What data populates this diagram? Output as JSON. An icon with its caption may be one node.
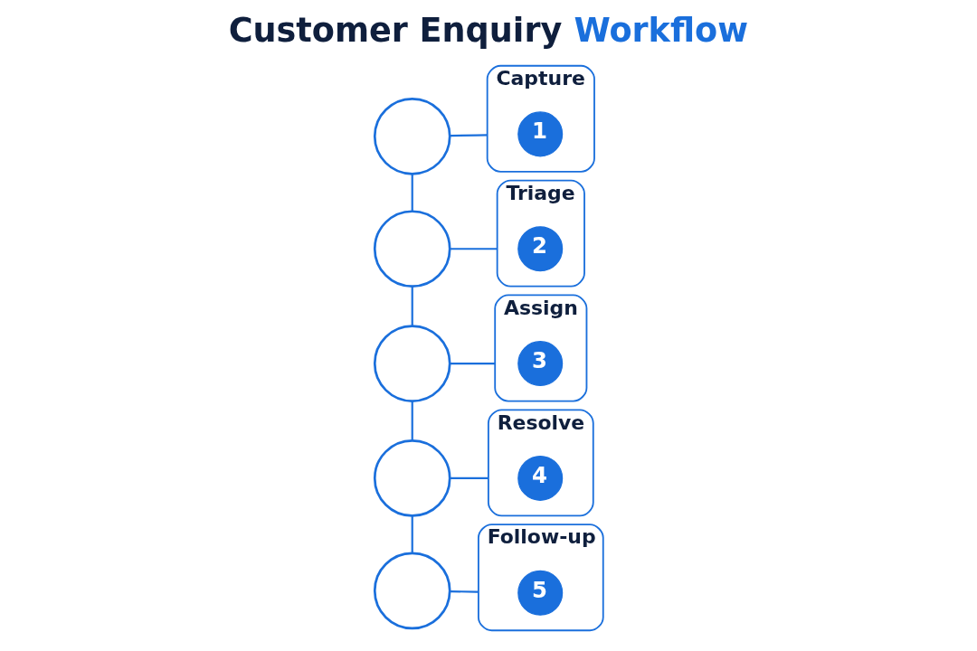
{
  "diagram": {
    "title": "Customer Enquiry Workflow",
    "nodes": [
      {
        "text": [],
        "shape": "circle"
      },
      {
        "text": [
          "Capture"
        ]
      },
      {
        "text": [
          "1"
        ],
        "in": 1
      },
      {
        "text": [],
        "shape": "circle"
      },
      {
        "text": [
          "Triage"
        ]
      },
      {
        "text": [
          "2"
        ],
        "in": 4
      },
      {
        "text": [],
        "shape": "circle"
      },
      {
        "text": [
          "Assign"
        ]
      },
      {
        "text": [
          "3"
        ],
        "in": 7
      },
      {
        "text": [],
        "shape": "circle"
      },
      {
        "text": [
          "Resolve"
        ]
      },
      {
        "text": [
          "4"
        ],
        "in": 10
      },
      {
        "text": [],
        "shape": "circle"
      },
      {
        "text": [
          "Follow-up"
        ]
      },
      {
        "text": [
          "5"
        ],
        "in": 13
      }
    ],
    "edges": [
      {
        "from": 0,
        "to": 1,
        "arrow": "none"
      },
      {
        "from": 0,
        "to": 3,
        "arrow": "none"
      },
      {
        "from": 3,
        "to": 4,
        "arrow": "none"
      },
      {
        "from": 3,
        "to": 6,
        "arrow": "none"
      },
      {
        "from": 6,
        "to": 7,
        "arrow": "none"
      },
      {
        "from": 6,
        "to": 9,
        "arrow": "none"
      },
      {
        "from": 9,
        "to": 10,
        "arrow": "none"
      },
      {
        "from": 9,
        "to": 12,
        "arrow": "none"
      },
      {
        "from": 12,
        "to": 13,
        "arrow": "none"
      }
    ]
  }
}
